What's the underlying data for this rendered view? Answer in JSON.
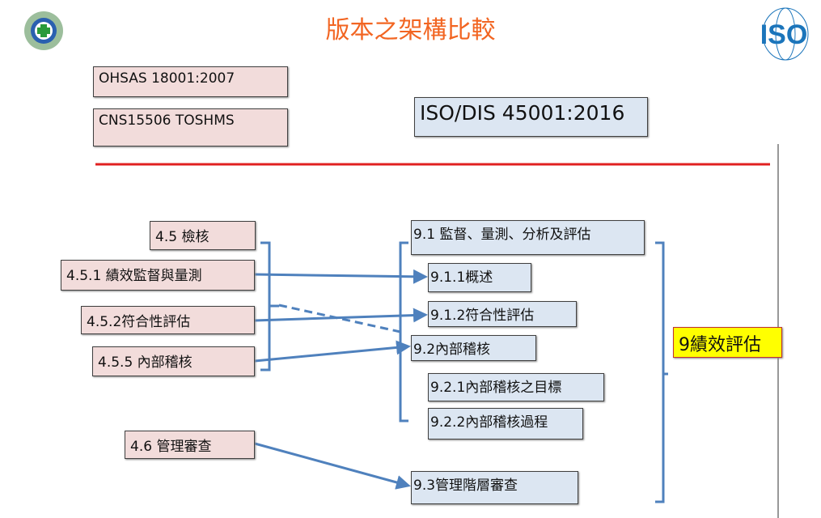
{
  "title": "版本之架構比較",
  "old_standards": [
    "OHSAS 18001:2007",
    "CNS15506  TOSHMS"
  ],
  "new_standard": "ISO/DIS 45001:2016",
  "left_items": {
    "c45": "4.5 檢核",
    "c451": "4.5.1 績效監督與量測",
    "c452": "4.5.2符合性評估",
    "c455": "4.5.5 內部稽核",
    "c46": "4.6 管理審查"
  },
  "right_items": {
    "c91": "9.1 監督、量測、分析及評估",
    "c911": "9.1.1概述",
    "c912": "9.1.2符合性評估",
    "c92": "9.2內部稽核",
    "c921": "9.2.1內部稽核之目標",
    "c922": "9.2.2內部稽核過程",
    "c93": "9.3管理階層審查"
  },
  "summary": "9績效評估",
  "logo_iso": "ISO",
  "colors": {
    "title": "#f26522",
    "arrow": "#4f81bd",
    "divider": "#e02020",
    "pink": "#f2dcdb",
    "blue": "#dce6f2",
    "summary_bg": "#ffff00"
  }
}
